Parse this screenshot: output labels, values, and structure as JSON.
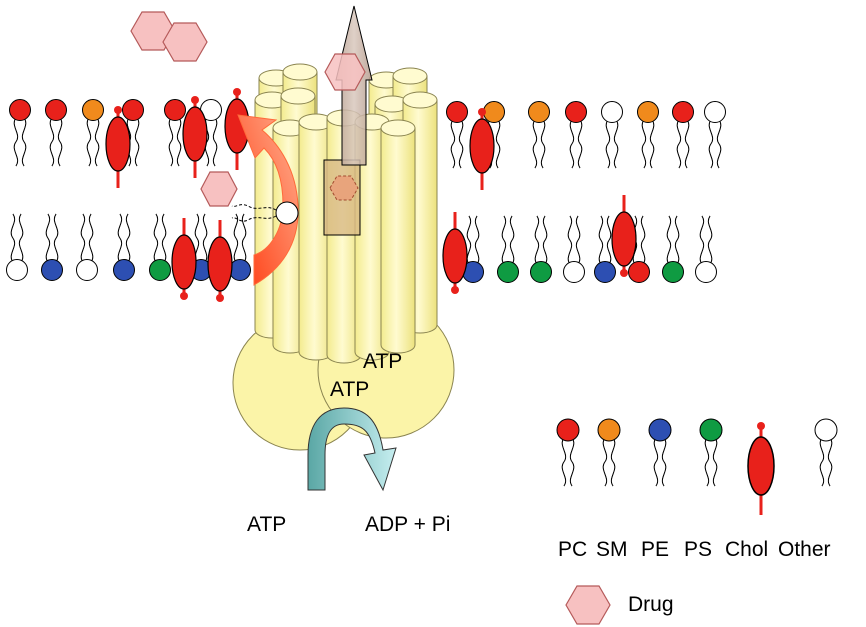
{
  "labels": {
    "atp_upper": "ATP",
    "atp_lower": "ATP",
    "atp_in": "ATP",
    "adp_out": "ADP + Pi"
  },
  "legend": {
    "items": [
      {
        "name": "PC",
        "color": "#e8211b"
      },
      {
        "name": "SM",
        "color": "#f08a1c"
      },
      {
        "name": "PE",
        "color": "#2d4fb2"
      },
      {
        "name": "PS",
        "color": "#0f9b42"
      },
      {
        "name": "Chol",
        "color": "#e8211b"
      },
      {
        "name": "Other",
        "color": "#ffffff"
      }
    ],
    "drug": "Drug"
  },
  "colors": {
    "transporter": "#fbf4a8",
    "transporter_stroke": "#8a8450",
    "drug_fill": "#f7c1c1",
    "drug_stroke": "#b55a5a",
    "flip_arrow": "#ff5a2a",
    "atp_arrow": "#6fbcb8",
    "export_arrow": "#b79c8c"
  }
}
